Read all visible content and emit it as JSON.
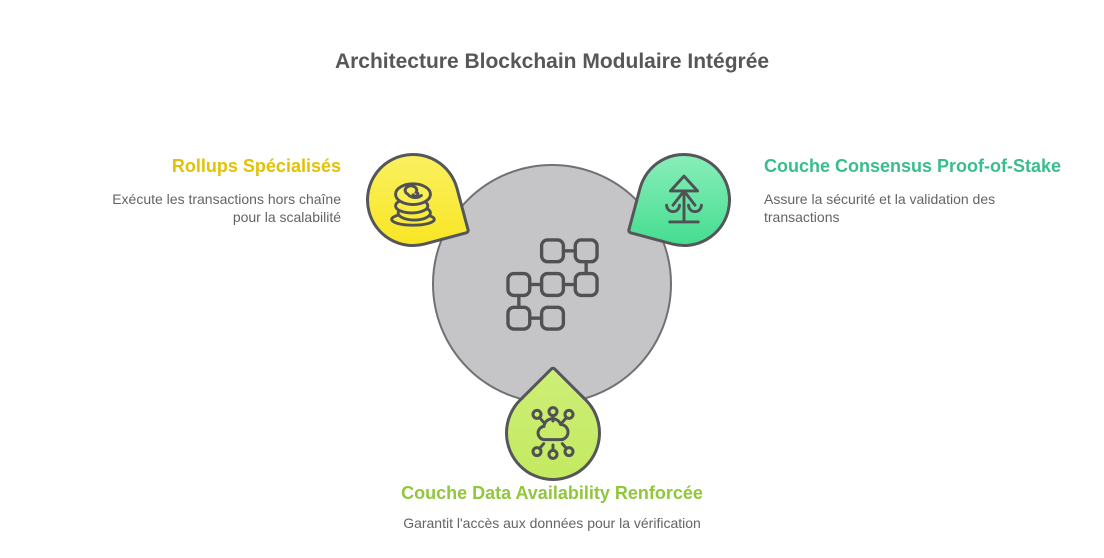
{
  "title": "Architecture Blockchain Modulaire Intégrée",
  "center": {
    "icon": "blockchain-blocks-icon"
  },
  "nodes": {
    "rollups": {
      "title": "Rollups Spécialisés",
      "description": "Exécute les transactions hors chaîne pour la scalabilité",
      "icon": "coin-stack-icon",
      "accent_color": "#E3C104",
      "fill_top": "#FBF167",
      "fill_bottom": "#F8E51D"
    },
    "consensus": {
      "title": "Couche Consensus Proof-of-Stake",
      "description": "Assure la sécurité et la validation des transactions",
      "icon": "balance-scale-icon",
      "accent_color": "#3ABD8C",
      "fill_top": "#8FF0BE",
      "fill_bottom": "#3FDB8C"
    },
    "data_availability": {
      "title": "Couche Data Availability Renforcée",
      "description": "Garantit l'accès aux données pour la vérification",
      "icon": "cloud-network-icon",
      "accent_color": "#90C73B",
      "fill_top": "#CDEE77",
      "fill_bottom": "#C2E95C"
    }
  },
  "colors": {
    "title_text": "#565759",
    "description_text": "#636466",
    "hub_fill": "#C5C5C7",
    "hub_stroke": "#707174",
    "node_stroke": "#55565A",
    "icon_stroke": "#505154",
    "background": "#FFFFFF"
  }
}
